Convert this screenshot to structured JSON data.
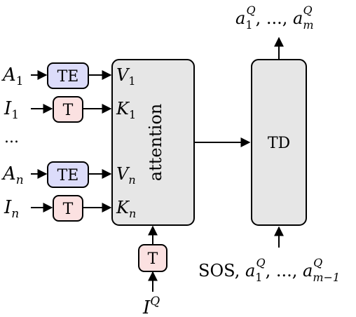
{
  "diagram": {
    "inputs": [
      {
        "var": "A",
        "sub": "1",
        "box": "TE",
        "key": "V",
        "ksub": "1"
      },
      {
        "var": "I",
        "sub": "1",
        "box": "T",
        "key": "K",
        "ksub": "1"
      },
      {
        "var": "A",
        "sub": "n",
        "box": "TE",
        "key": "V",
        "ksub": "n"
      },
      {
        "var": "I",
        "sub": "n",
        "box": "T",
        "key": "K",
        "ksub": "n"
      }
    ],
    "ellipsis": "...",
    "attention_label": "attention",
    "td_label": "TD",
    "bottom_box": "T",
    "query_input": {
      "var": "I",
      "sup": "Q"
    },
    "output": {
      "text": "a",
      "sub_first": "1",
      "sup": "Q",
      "mid": ", ..., ",
      "sub_last": "m"
    },
    "decoder_input": {
      "sos": "SOS, ",
      "text": "a",
      "sub_first": "1",
      "sup": "Q",
      "mid": ", ..., ",
      "sub_last": "m−1"
    },
    "colors": {
      "te_fill": "#dcdcfa",
      "t_fill": "#fbe1e1",
      "block_fill": "#e6e6e6",
      "stroke": "#000000"
    }
  }
}
